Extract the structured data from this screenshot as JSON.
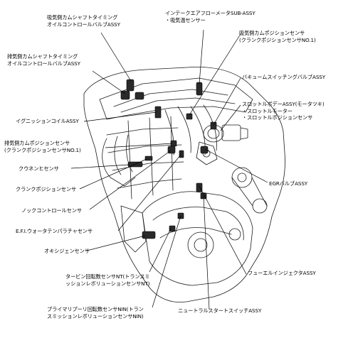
{
  "diagram": {
    "labels": {
      "intake_cam_ocv": [
        "吸気側カムシャフトタイミング",
        "オイルコントロールバルブASSY"
      ],
      "exhaust_cam_ocv": [
        "排気側カムシャフトタイミング",
        "オイルコントロールバルブASSY"
      ],
      "ignition_coil": [
        "イグニッションコイルASSY"
      ],
      "exhaust_cam_sensor": [
        "排気側カムポジションセンサ",
        "(クランクポジションセンサNO.1)"
      ],
      "air_fuel_sensor": [
        "クウネンヒセンサ"
      ],
      "crank_sensor": [
        "クランクポジションセンサ"
      ],
      "knock_sensor": [
        "ノックコントロールセンサ"
      ],
      "efi_water_temp": [
        "E.F.I.ウォータテンパラチャセンサ"
      ],
      "oxygen_sensor": [
        "オキシジェンセンサ"
      ],
      "turbine_speed_sensor": [
        "タービン回転数センサNT(トランスミ",
        "ッションレボリューションセンサNT)"
      ],
      "primary_pulley_sensor": [
        "プライマリプーリ回転数センサNIN(トラン",
        "スミッションレボリューションセンサNIN)"
      ],
      "airflow_meter": [
        "インテークエアフローメータSUB-ASSY",
        "・吸気温センサー"
      ],
      "intake_cam_sensor": [
        "吸気側カムポジションセンサ",
        "(クランクポジションセンサNO.1)"
      ],
      "vsv": [
        "バキュームスイッチングバルブASSY"
      ],
      "throttle_body": [
        "スロットルボデーASSY(モータツキ)",
        "・スロットルモーター",
        "・スロットルポジションセンサ"
      ],
      "egr_valve": [
        "EGRバルブASSY"
      ],
      "fuel_injector": [
        "フューエルインジェクタASSY"
      ],
      "neutral_start_switch": [
        "ニュートラルスタートスイッチASSY"
      ]
    }
  }
}
